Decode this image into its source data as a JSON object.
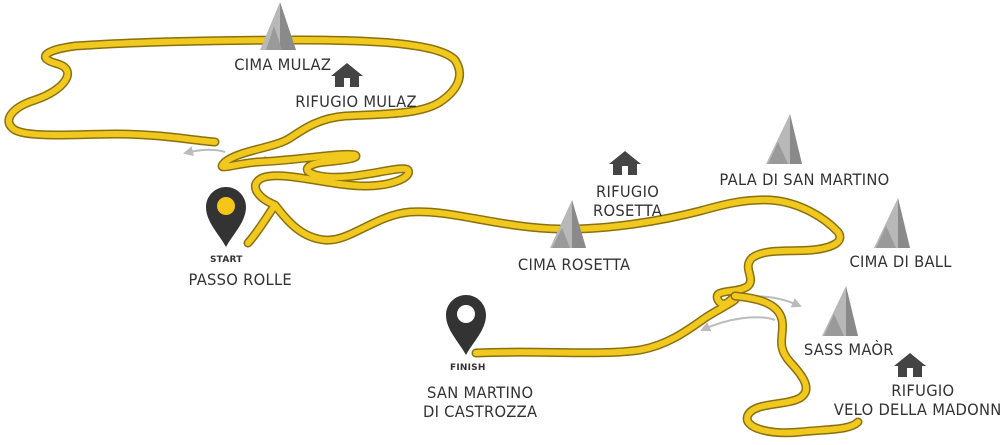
{
  "colors": {
    "trail": "#f0c81e",
    "trail_edge": "#8a7010",
    "mountain_light": "#b8b8b8",
    "mountain_dark": "#8a8a8a",
    "hut": "#444444",
    "start_pin": "#333333",
    "start_dot": "#f5c518",
    "finish_pin": "#333333",
    "arrow": "#bbbbbb",
    "text": "#333333"
  },
  "icons": {
    "peak": "mountain-icon",
    "hut": "hut-icon",
    "start": "map-pin-icon",
    "finish": "map-pin-icon",
    "direction": "arrow-icon"
  },
  "start": {
    "tag": "START",
    "name": "PASSO ROLLE"
  },
  "finish": {
    "tag": "FINISH",
    "name_line1": "SAN MARTINO",
    "name_line2": "DI CASTROZZA"
  },
  "peaks": {
    "cima_mulaz": "CIMA MULAZ",
    "cima_rosetta": "CIMA ROSETTA",
    "pala_di_san_martino": "PALA DI SAN MARTINO",
    "cima_di_ball": "CIMA DI BALL",
    "sass_maor": "SASS MAÒR"
  },
  "huts": {
    "rifugio_mulaz": "RIFUGIO MULAZ",
    "rifugio_rosetta_line1": "RIFUGIO",
    "rifugio_rosetta_line2": "ROSETTA",
    "rifugio_velo_line1": "RIFUGIO",
    "rifugio_velo_line2": "VELO DELLA MADONNA"
  }
}
